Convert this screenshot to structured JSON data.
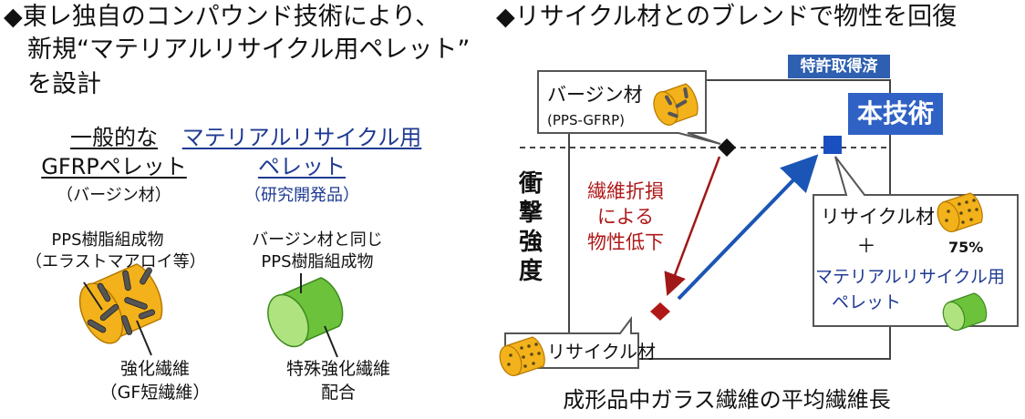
{
  "left": {
    "heading_line1": "◆東レ独自のコンパウンド技術により、",
    "heading_line2": "新規“マテリアルリサイクル用ペレット”",
    "heading_line3": "を設計",
    "general_title1": "一般的な",
    "general_title2": "GFRPペレット",
    "general_sub": "（バージン材）",
    "recycle_title1": "マテリアルリサイクル用",
    "recycle_title2": "ペレット",
    "recycle_sub": "（研究開発品）",
    "pps_note1": "PPS樹脂組成物",
    "pps_note2": "（エラストマアロイ等）",
    "same_note1": "バージン材と同じ",
    "same_note2": "PPS樹脂組成物",
    "fiber_note1": "強化繊維",
    "fiber_note2": "（GF短繊維）",
    "special_note1": "特殊強化繊維",
    "special_note2": "配合"
  },
  "right": {
    "heading": "◆リサイクル材とのブレンドで物性を回復",
    "patent_badge": "特許取得済",
    "virgin_label": "バージン材",
    "virgin_sub": "(PPS-GFRP)",
    "tech_badge": "本技術",
    "fiber_break1": "繊維折損",
    "fiber_break2": "による",
    "fiber_break3": "物性低下",
    "ylabel": [
      "衝",
      "撃",
      "強",
      "度"
    ],
    "xlabel": "成形品中ガラス繊維の平均繊維長",
    "blend_recycled": "リサイクル材",
    "blend_plus": "＋",
    "blend_percent": "75%",
    "blend_mr1": "マテリアルリサイクル用",
    "blend_mr2": "ペレット",
    "recycled_label": "リサイクル材"
  },
  "colors": {
    "blue_text": "#1f3a93",
    "red_text": "#b01818",
    "pellet_yellow": "#f3b21b",
    "pellet_green": "#6cc23a",
    "badge_blue": "#2e5fb0",
    "tech_badge": "#2f62c4",
    "arrow_blue": "#1b55b5",
    "arrow_red": "#a01818"
  }
}
